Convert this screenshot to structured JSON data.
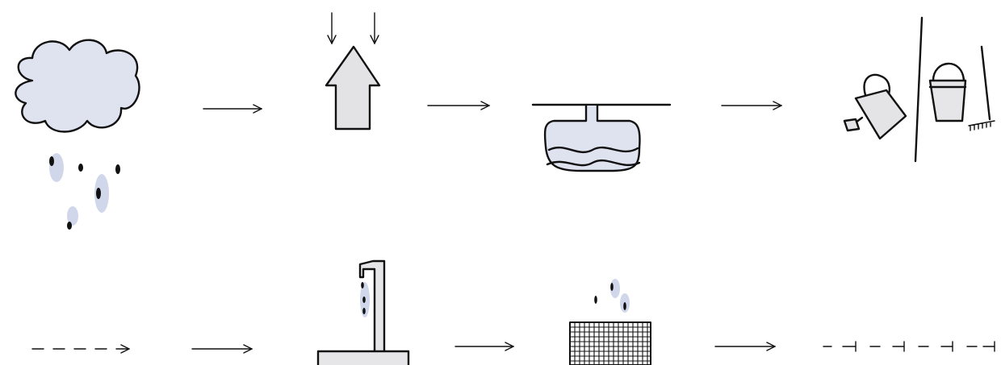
{
  "diagram": {
    "palette": {
      "ink": "#111111",
      "wash_blue": "#c9d0e6",
      "light_fill": "#dde0ef",
      "background": "#ffffff"
    },
    "rows": [
      {
        "steps": [
          "rain-cloud",
          "roof-collection",
          "storage-tank",
          "garden-tools"
        ]
      },
      {
        "steps": [
          "dashed-flow",
          "outdoor-tap",
          "drainage-grate",
          "dashed-pipe"
        ]
      }
    ]
  }
}
